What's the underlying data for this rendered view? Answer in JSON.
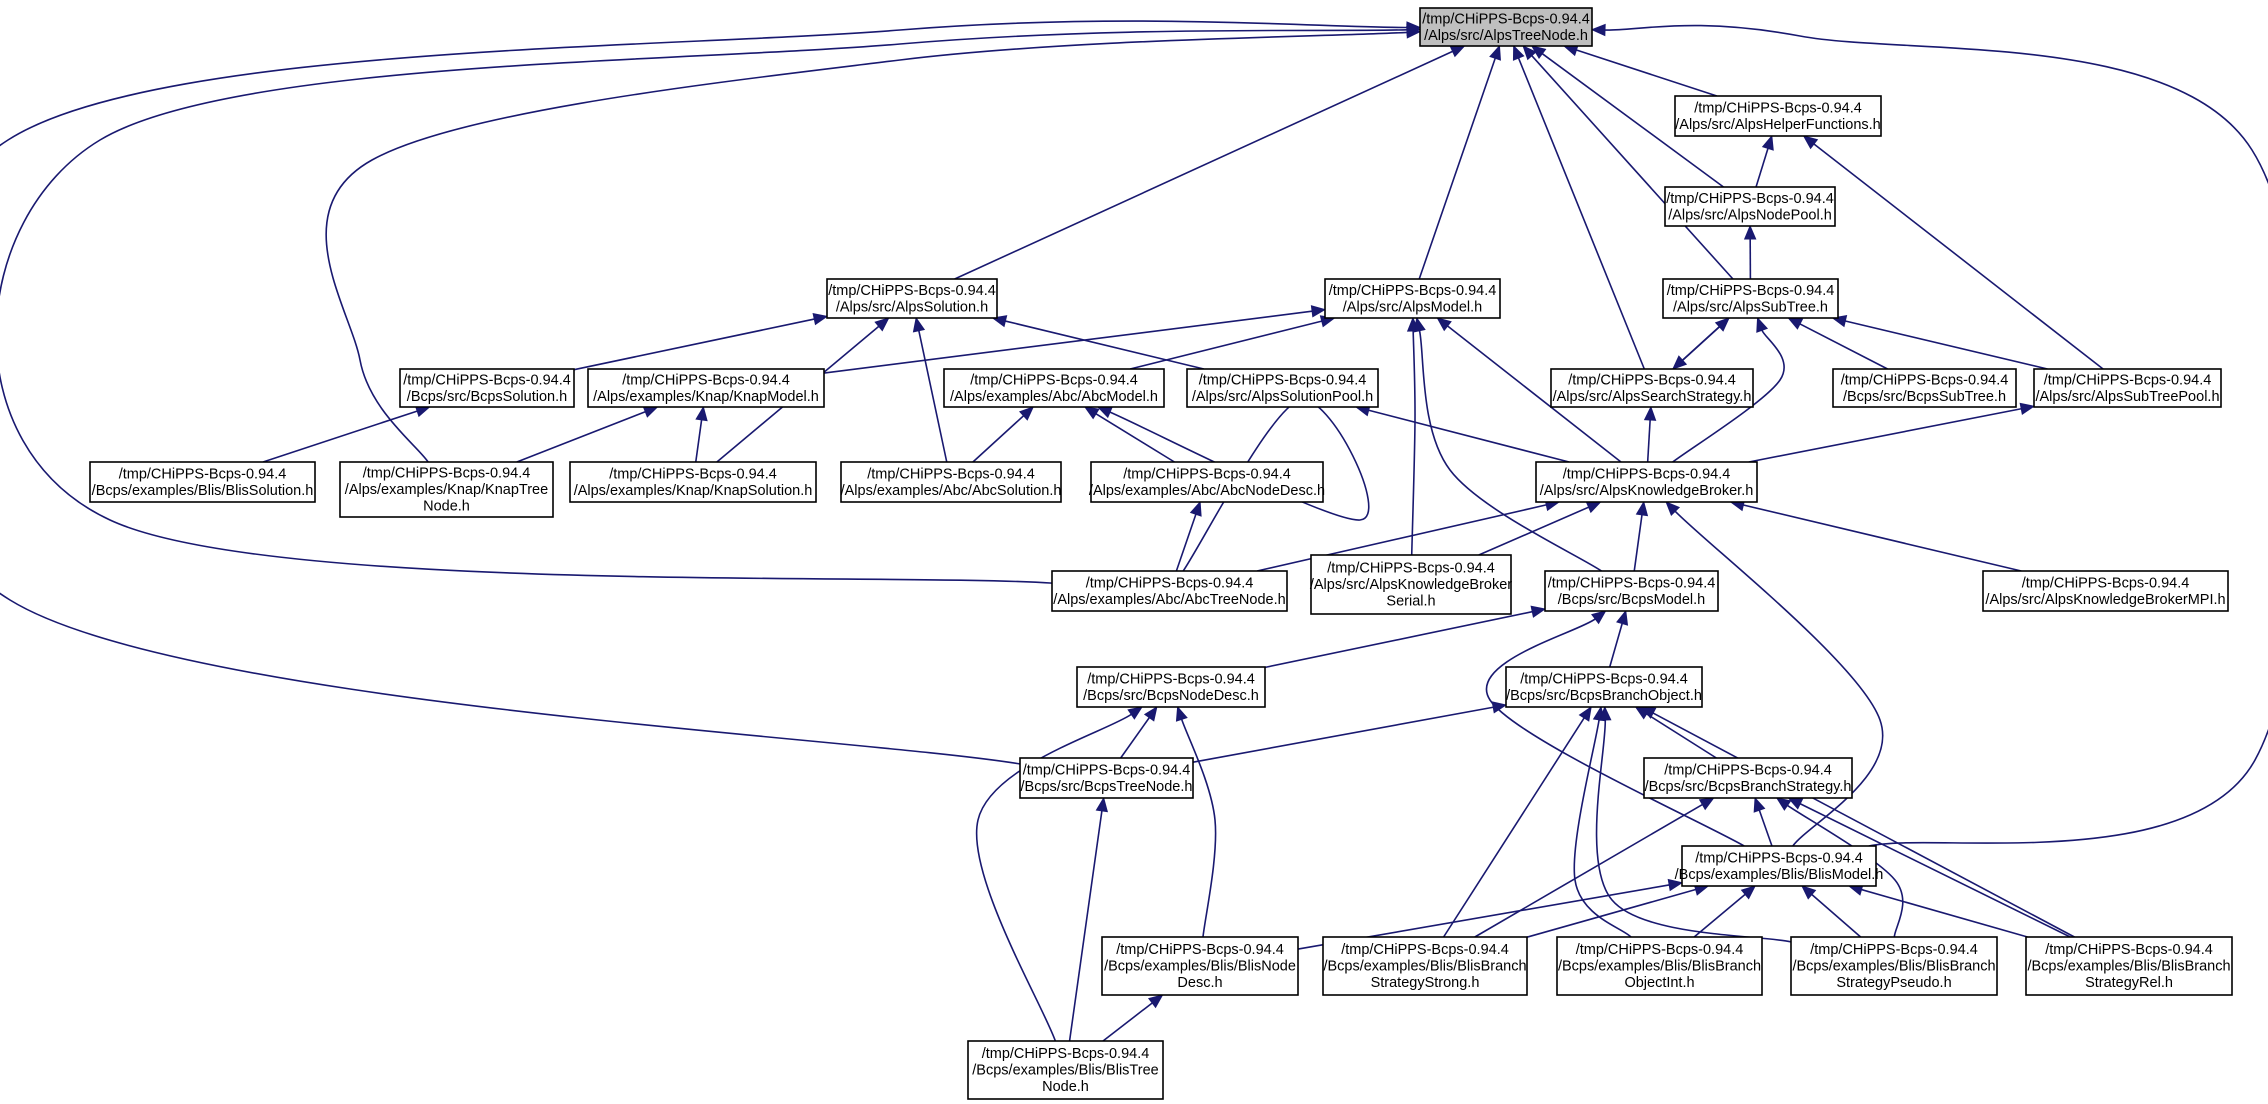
{
  "diagram": {
    "title": "",
    "edge_color": "#191970",
    "root_fill": "#bfbfbf",
    "node_fill": "#ffffff",
    "nodes": [
      {
        "id": "n0",
        "lines": [
          "/tmp/CHiPPS-Bcps-0.94.4",
          "/Alps/src/AlpsTreeNode.h"
        ],
        "root": true
      },
      {
        "id": "n1",
        "lines": [
          "/tmp/CHiPPS-Bcps-0.94.4",
          "/Alps/src/AlpsHelperFunctions.h"
        ]
      },
      {
        "id": "n2",
        "lines": [
          "/tmp/CHiPPS-Bcps-0.94.4",
          "/Alps/src/AlpsNodePool.h"
        ]
      },
      {
        "id": "n3",
        "lines": [
          "/tmp/CHiPPS-Bcps-0.94.4",
          "/Alps/src/AlpsSolution.h"
        ]
      },
      {
        "id": "n4",
        "lines": [
          "/tmp/CHiPPS-Bcps-0.94.4",
          "/Alps/src/AlpsModel.h"
        ]
      },
      {
        "id": "n5",
        "lines": [
          "/tmp/CHiPPS-Bcps-0.94.4",
          "/Alps/src/AlpsSubTree.h"
        ]
      },
      {
        "id": "n6",
        "lines": [
          "/tmp/CHiPPS-Bcps-0.94.4",
          "/Bcps/src/BcpsSolution.h"
        ]
      },
      {
        "id": "n7",
        "lines": [
          "/tmp/CHiPPS-Bcps-0.94.4",
          "/Alps/examples/Knap/KnapModel.h"
        ]
      },
      {
        "id": "n8",
        "lines": [
          "/tmp/CHiPPS-Bcps-0.94.4",
          "/Alps/examples/Abc/AbcModel.h"
        ]
      },
      {
        "id": "n9",
        "lines": [
          "/tmp/CHiPPS-Bcps-0.94.4",
          "/Alps/src/AlpsSolutionPool.h"
        ]
      },
      {
        "id": "n10",
        "lines": [
          "/tmp/CHiPPS-Bcps-0.94.4",
          "/Alps/src/AlpsSearchStrategy.h"
        ]
      },
      {
        "id": "n11",
        "lines": [
          "/tmp/CHiPPS-Bcps-0.94.4",
          "/Bcps/src/BcpsSubTree.h"
        ]
      },
      {
        "id": "n12",
        "lines": [
          "/tmp/CHiPPS-Bcps-0.94.4",
          "/Alps/src/AlpsSubTreePool.h"
        ]
      },
      {
        "id": "n13",
        "lines": [
          "/tmp/CHiPPS-Bcps-0.94.4",
          "/Bcps/examples/Blis/BlisSolution.h"
        ]
      },
      {
        "id": "n14",
        "lines": [
          "/tmp/CHiPPS-Bcps-0.94.4",
          "/Alps/examples/Knap/KnapTree",
          "Node.h"
        ]
      },
      {
        "id": "n15",
        "lines": [
          "/tmp/CHiPPS-Bcps-0.94.4",
          "/Alps/examples/Knap/KnapSolution.h"
        ]
      },
      {
        "id": "n16",
        "lines": [
          "/tmp/CHiPPS-Bcps-0.94.4",
          "/Alps/examples/Abc/AbcSolution.h"
        ]
      },
      {
        "id": "n17",
        "lines": [
          "/tmp/CHiPPS-Bcps-0.94.4",
          "/Alps/examples/Abc/AbcNodeDesc.h"
        ]
      },
      {
        "id": "n18",
        "lines": [
          "/tmp/CHiPPS-Bcps-0.94.4",
          "/Alps/src/AlpsKnowledgeBroker.h"
        ]
      },
      {
        "id": "n19",
        "lines": [
          "/tmp/CHiPPS-Bcps-0.94.4",
          "/Alps/examples/Abc/AbcTreeNode.h"
        ]
      },
      {
        "id": "n20",
        "lines": [
          "/tmp/CHiPPS-Bcps-0.94.4",
          "/Alps/src/AlpsKnowledgeBroker",
          "Serial.h"
        ]
      },
      {
        "id": "n21",
        "lines": [
          "/tmp/CHiPPS-Bcps-0.94.4",
          "/Bcps/src/BcpsModel.h"
        ]
      },
      {
        "id": "n22",
        "lines": [
          "/tmp/CHiPPS-Bcps-0.94.4",
          "/Alps/src/AlpsKnowledgeBrokerMPI.h"
        ]
      },
      {
        "id": "n23",
        "lines": [
          "/tmp/CHiPPS-Bcps-0.94.4",
          "/Bcps/src/BcpsNodeDesc.h"
        ]
      },
      {
        "id": "n24",
        "lines": [
          "/tmp/CHiPPS-Bcps-0.94.4",
          "/Bcps/src/BcpsBranchObject.h"
        ]
      },
      {
        "id": "n25",
        "lines": [
          "/tmp/CHiPPS-Bcps-0.94.4",
          "/Bcps/src/BcpsTreeNode.h"
        ]
      },
      {
        "id": "n26",
        "lines": [
          "/tmp/CHiPPS-Bcps-0.94.4",
          "/Bcps/src/BcpsBranchStrategy.h"
        ]
      },
      {
        "id": "n27",
        "lines": [
          "/tmp/CHiPPS-Bcps-0.94.4",
          "/Bcps/examples/Blis/BlisModel.h"
        ]
      },
      {
        "id": "n28",
        "lines": [
          "/tmp/CHiPPS-Bcps-0.94.4",
          "/Bcps/examples/Blis/BlisNode",
          "Desc.h"
        ]
      },
      {
        "id": "n29",
        "lines": [
          "/tmp/CHiPPS-Bcps-0.94.4",
          "/Bcps/examples/Blis/BlisBranch",
          "StrategyStrong.h"
        ]
      },
      {
        "id": "n30",
        "lines": [
          "/tmp/CHiPPS-Bcps-0.94.4",
          "/Bcps/examples/Blis/BlisBranch",
          "ObjectInt.h"
        ]
      },
      {
        "id": "n31",
        "lines": [
          "/tmp/CHiPPS-Bcps-0.94.4",
          "/Bcps/examples/Blis/BlisBranch",
          "StrategyPseudo.h"
        ]
      },
      {
        "id": "n32",
        "lines": [
          "/tmp/CHiPPS-Bcps-0.94.4",
          "/Bcps/examples/Blis/BlisBranch",
          "StrategyRel.h"
        ]
      },
      {
        "id": "n33",
        "lines": [
          "/tmp/CHiPPS-Bcps-0.94.4",
          "/Bcps/examples/Blis/BlisTree",
          "Node.h"
        ]
      }
    ],
    "edges": [
      {
        "from": "n1",
        "to": "n0"
      },
      {
        "from": "n2",
        "to": "n0"
      },
      {
        "from": "n3",
        "to": "n0"
      },
      {
        "from": "n4",
        "to": "n0"
      },
      {
        "from": "n5",
        "to": "n0"
      },
      {
        "from": "n10",
        "to": "n0"
      },
      {
        "from": "n14",
        "to": "n0"
      },
      {
        "from": "n19",
        "to": "n0"
      },
      {
        "from": "n25",
        "to": "n0"
      },
      {
        "from": "n27",
        "to": "n0"
      },
      {
        "from": "n2",
        "to": "n1"
      },
      {
        "from": "n12",
        "to": "n1"
      },
      {
        "from": "n5",
        "to": "n2"
      },
      {
        "from": "n10",
        "to": "n5"
      },
      {
        "from": "n5",
        "to": "n10"
      },
      {
        "from": "n11",
        "to": "n5"
      },
      {
        "from": "n12",
        "to": "n5"
      },
      {
        "from": "n18",
        "to": "n5"
      },
      {
        "from": "n6",
        "to": "n3"
      },
      {
        "from": "n9",
        "to": "n3"
      },
      {
        "from": "n15",
        "to": "n3"
      },
      {
        "from": "n16",
        "to": "n3"
      },
      {
        "from": "n7",
        "to": "n4"
      },
      {
        "from": "n8",
        "to": "n4"
      },
      {
        "from": "n18",
        "to": "n4"
      },
      {
        "from": "n20",
        "to": "n4"
      },
      {
        "from": "n21",
        "to": "n4"
      },
      {
        "from": "n13",
        "to": "n6"
      },
      {
        "from": "n14",
        "to": "n7"
      },
      {
        "from": "n15",
        "to": "n7"
      },
      {
        "from": "n16",
        "to": "n8"
      },
      {
        "from": "n17",
        "to": "n8"
      },
      {
        "from": "n19",
        "to": "n8"
      },
      {
        "from": "n19",
        "to": "n17"
      },
      {
        "from": "n18",
        "to": "n9"
      },
      {
        "from": "n18",
        "to": "n10"
      },
      {
        "from": "n18",
        "to": "n12"
      },
      {
        "from": "n19",
        "to": "n18"
      },
      {
        "from": "n20",
        "to": "n18"
      },
      {
        "from": "n21",
        "to": "n18"
      },
      {
        "from": "n22",
        "to": "n18"
      },
      {
        "from": "n27",
        "to": "n18"
      },
      {
        "from": "n23",
        "to": "n21"
      },
      {
        "from": "n24",
        "to": "n21"
      },
      {
        "from": "n27",
        "to": "n21"
      },
      {
        "from": "n25",
        "to": "n23"
      },
      {
        "from": "n28",
        "to": "n23"
      },
      {
        "from": "n33",
        "to": "n23"
      },
      {
        "from": "n25",
        "to": "n24"
      },
      {
        "from": "n26",
        "to": "n24"
      },
      {
        "from": "n29",
        "to": "n24"
      },
      {
        "from": "n30",
        "to": "n24"
      },
      {
        "from": "n31",
        "to": "n24"
      },
      {
        "from": "n32",
        "to": "n24"
      },
      {
        "from": "n33",
        "to": "n25"
      },
      {
        "from": "n27",
        "to": "n26"
      },
      {
        "from": "n29",
        "to": "n26"
      },
      {
        "from": "n31",
        "to": "n26"
      },
      {
        "from": "n32",
        "to": "n26"
      },
      {
        "from": "n28",
        "to": "n27"
      },
      {
        "from": "n29",
        "to": "n27"
      },
      {
        "from": "n30",
        "to": "n27"
      },
      {
        "from": "n31",
        "to": "n27"
      },
      {
        "from": "n32",
        "to": "n27"
      },
      {
        "from": "n33",
        "to": "n28"
      }
    ]
  }
}
